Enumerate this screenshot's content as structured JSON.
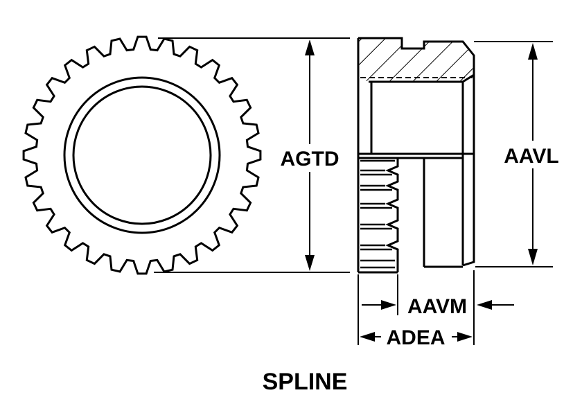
{
  "diagram": {
    "title": "SPLINE",
    "labels": {
      "agtd": "AGTD",
      "aavl": "AAVL",
      "aavm": "AAVM",
      "adea": "ADEA"
    },
    "spline": {
      "tooth_count": 28
    },
    "colors": {
      "ink": "#000000",
      "paper": "#ffffff"
    }
  }
}
